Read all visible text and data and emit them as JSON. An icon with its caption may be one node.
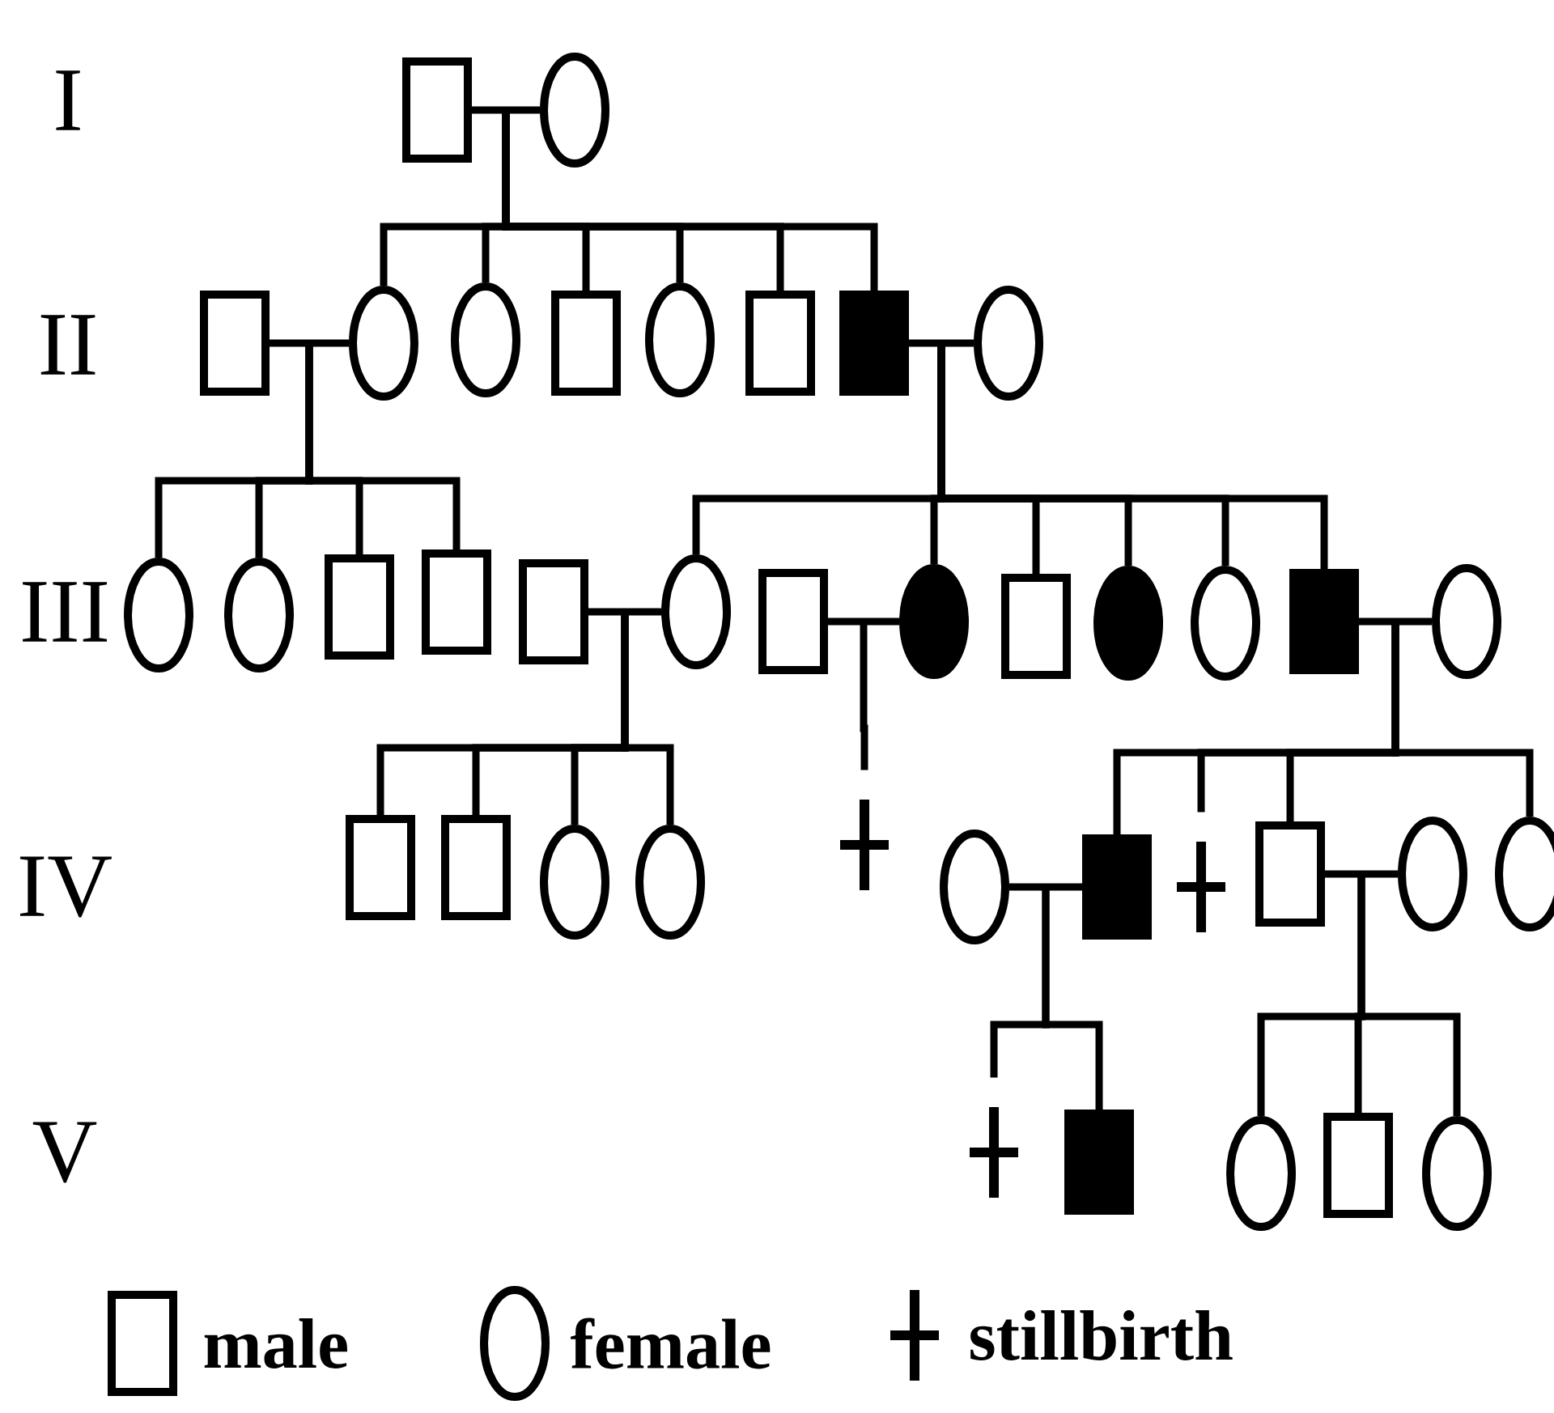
{
  "diagram": {
    "nodes": [
      {
        "text": [],
        "shape": "box"
      },
      {
        "text": [],
        "shape": "circle"
      },
      {
        "text": [],
        "shape": "box"
      },
      {
        "text": [],
        "shape": "circle"
      },
      {
        "text": [],
        "shape": "circle"
      },
      {
        "text": [],
        "shape": "box"
      },
      {
        "text": [],
        "shape": "circle"
      },
      {
        "text": [],
        "shape": "box"
      },
      {
        "text": [],
        "shape": "block"
      },
      {
        "text": [],
        "shape": "circle"
      },
      {
        "text": [],
        "shape": "circle"
      },
      {
        "text": [],
        "shape": "circle"
      },
      {
        "text": [],
        "shape": "box"
      },
      {
        "text": [],
        "shape": "box"
      },
      {
        "text": [],
        "shape": "box"
      },
      {
        "text": [],
        "shape": "circle"
      },
      {
        "text": [],
        "shape": "box"
      },
      {
        "text": [],
        "shape": "disc"
      },
      {
        "text": [],
        "shape": "box"
      },
      {
        "text": [],
        "shape": "disc"
      },
      {
        "text": [],
        "shape": "circle"
      },
      {
        "text": [],
        "shape": "block"
      },
      {
        "text": [],
        "shape": "circle"
      },
      {
        "text": [],
        "shape": "box"
      },
      {
        "text": [],
        "shape": "box"
      },
      {
        "text": [],
        "shape": "circle"
      },
      {
        "text": [],
        "shape": "circle"
      },
      {
        "text": [],
        "shape": "cross"
      },
      {
        "text": [],
        "shape": "circle"
      },
      {
        "text": [],
        "shape": "block"
      },
      {
        "text": [],
        "shape": "cross"
      },
      {
        "text": [],
        "shape": "box"
      },
      {
        "text": [],
        "shape": "circle"
      },
      {
        "text": [],
        "shape": "circle"
      },
      {
        "text": [],
        "shape": "cross"
      },
      {
        "text": [],
        "shape": "block"
      },
      {
        "text": [],
        "shape": "circle"
      },
      {
        "text": [],
        "shape": "box"
      },
      {
        "text": [],
        "shape": "circle"
      }
    ],
    "edges": [
      {
        "from": 0,
        "to": 1,
        "arrow": "none"
      },
      {
        "from": 0,
        "to": 3,
        "arrow": "none"
      },
      {
        "from": 1,
        "to": 3,
        "arrow": "none"
      },
      {
        "from": 0,
        "to": 4,
        "arrow": "none"
      },
      {
        "from": 1,
        "to": 4,
        "arrow": "none"
      },
      {
        "from": 0,
        "to": 5,
        "arrow": "none"
      },
      {
        "from": 1,
        "to": 5,
        "arrow": "none"
      },
      {
        "from": 0,
        "to": 6,
        "arrow": "none"
      },
      {
        "from": 1,
        "to": 6,
        "arrow": "none"
      },
      {
        "from": 0,
        "to": 7,
        "arrow": "none"
      },
      {
        "from": 1,
        "to": 7,
        "arrow": "none"
      },
      {
        "from": 0,
        "to": 8,
        "arrow": "none"
      },
      {
        "from": 1,
        "to": 8,
        "arrow": "none"
      },
      {
        "from": 2,
        "to": 3,
        "arrow": "none"
      },
      {
        "from": 2,
        "to": 10,
        "arrow": "none"
      },
      {
        "from": 3,
        "to": 10,
        "arrow": "none"
      },
      {
        "from": 2,
        "to": 11,
        "arrow": "none"
      },
      {
        "from": 3,
        "to": 11,
        "arrow": "none"
      },
      {
        "from": 2,
        "to": 12,
        "arrow": "none"
      },
      {
        "from": 3,
        "to": 12,
        "arrow": "none"
      },
      {
        "from": 2,
        "to": 13,
        "arrow": "none"
      },
      {
        "from": 3,
        "to": 13,
        "arrow": "none"
      },
      {
        "from": 8,
        "to": 9,
        "arrow": "none"
      },
      {
        "from": 8,
        "to": 15,
        "arrow": "none"
      },
      {
        "from": 9,
        "to": 15,
        "arrow": "none"
      },
      {
        "from": 8,
        "to": 17,
        "arrow": "none"
      },
      {
        "from": 9,
        "to": 17,
        "arrow": "none"
      },
      {
        "from": 8,
        "to": 18,
        "arrow": "none"
      },
      {
        "from": 9,
        "to": 18,
        "arrow": "none"
      },
      {
        "from": 8,
        "to": 19,
        "arrow": "none"
      },
      {
        "from": 9,
        "to": 19,
        "arrow": "none"
      },
      {
        "from": 8,
        "to": 20,
        "arrow": "none"
      },
      {
        "from": 9,
        "to": 20,
        "arrow": "none"
      },
      {
        "from": 8,
        "to": 21,
        "arrow": "none"
      },
      {
        "from": 9,
        "to": 21,
        "arrow": "none"
      },
      {
        "from": 14,
        "to": 15,
        "arrow": "none"
      },
      {
        "from": 14,
        "to": 23,
        "arrow": "none"
      },
      {
        "from": 15,
        "to": 23,
        "arrow": "none"
      },
      {
        "from": 14,
        "to": 24,
        "arrow": "none"
      },
      {
        "from": 15,
        "to": 24,
        "arrow": "none"
      },
      {
        "from": 14,
        "to": 25,
        "arrow": "none"
      },
      {
        "from": 15,
        "to": 25,
        "arrow": "none"
      },
      {
        "from": 14,
        "to": 26,
        "arrow": "none"
      },
      {
        "from": 15,
        "to": 26,
        "arrow": "none"
      },
      {
        "from": 16,
        "to": 17,
        "arrow": "none"
      },
      {
        "from": 16,
        "to": 27,
        "arrow": "none"
      },
      {
        "from": 17,
        "to": 27,
        "arrow": "none"
      },
      {
        "from": 21,
        "to": 22,
        "arrow": "none"
      },
      {
        "from": 21,
        "to": 29,
        "arrow": "none"
      },
      {
        "from": 22,
        "to": 29,
        "arrow": "none"
      },
      {
        "from": 21,
        "to": 30,
        "arrow": "none"
      },
      {
        "from": 22,
        "to": 30,
        "arrow": "none"
      },
      {
        "from": 21,
        "to": 31,
        "arrow": "none"
      },
      {
        "from": 22,
        "to": 31,
        "arrow": "none"
      },
      {
        "from": 21,
        "to": 33,
        "arrow": "none"
      },
      {
        "from": 22,
        "to": 33,
        "arrow": "none"
      },
      {
        "from": 28,
        "to": 29,
        "arrow": "none"
      },
      {
        "from": 29,
        "to": 34,
        "arrow": "none"
      },
      {
        "from": 28,
        "to": 34,
        "arrow": "none"
      },
      {
        "from": 29,
        "to": 35,
        "arrow": "none"
      },
      {
        "from": 28,
        "to": 35,
        "arrow": "none"
      },
      {
        "from": 31,
        "to": 32,
        "arrow": "none"
      },
      {
        "from": 31,
        "to": 36,
        "arrow": "none"
      },
      {
        "from": 32,
        "to": 36,
        "arrow": "none"
      },
      {
        "from": 31,
        "to": 37,
        "arrow": "none"
      },
      {
        "from": 32,
        "to": 37,
        "arrow": "none"
      },
      {
        "from": 31,
        "to": 38,
        "arrow": "none"
      },
      {
        "from": 32,
        "to": 38,
        "arrow": "none"
      }
    ],
    "labels": [
      "I",
      "II",
      "III",
      "IV",
      "V"
    ],
    "legend": [
      {
        "text": "male"
      },
      {
        "text": "female"
      },
      {
        "text": "stillbirth"
      }
    ]
  }
}
